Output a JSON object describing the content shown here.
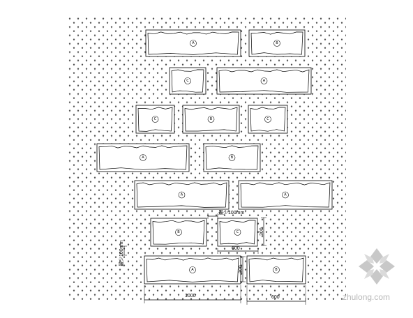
{
  "slabs": [
    {
      "row": 1,
      "label": "A"
    },
    {
      "row": 1,
      "label": "B"
    },
    {
      "row": 2,
      "label": "C"
    },
    {
      "row": 2,
      "label": "A"
    },
    {
      "row": 3,
      "label": "C"
    },
    {
      "row": 3,
      "label": "B"
    },
    {
      "row": 3,
      "label": "C"
    },
    {
      "row": 4,
      "label": "A"
    },
    {
      "row": 4,
      "label": "B"
    },
    {
      "row": 5,
      "label": "A"
    },
    {
      "row": 5,
      "label": "A"
    },
    {
      "row": 6,
      "label": "B"
    },
    {
      "row": 6,
      "label": "C"
    },
    {
      "row": 7,
      "label": "A"
    },
    {
      "row": 7,
      "label": "B"
    }
  ],
  "dimensions": {
    "gap_horizontal": "最少100mm",
    "gap_vertical": "最少100mm",
    "sample_height": "300",
    "sample_width": "600",
    "bottom_height": "300",
    "bottom_width_left": "1000",
    "bottom_width_right": "600"
  },
  "watermark": {
    "text": "zhulong.com",
    "icon": "zhulong-logo-icon"
  },
  "colors": {
    "line": "#000000",
    "background": "#ffffff",
    "watermark": "#b9b9b9"
  }
}
